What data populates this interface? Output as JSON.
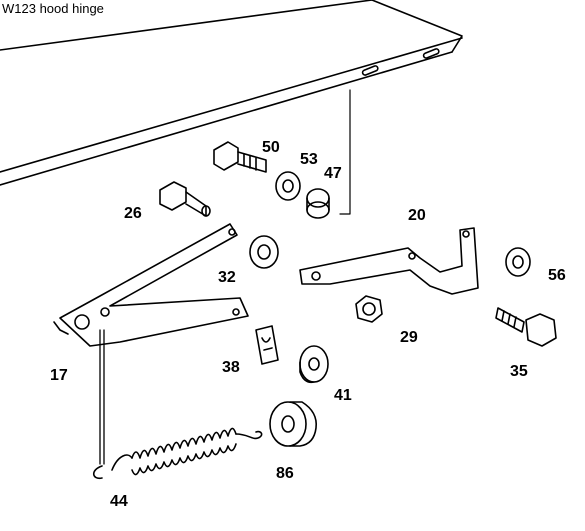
{
  "title": "W123 hood hinge",
  "parts": [
    {
      "id": "p50",
      "number": "50"
    },
    {
      "id": "p53",
      "number": "53"
    },
    {
      "id": "p47",
      "number": "47"
    },
    {
      "id": "p26",
      "number": "26"
    },
    {
      "id": "p20",
      "number": "20"
    },
    {
      "id": "p32",
      "number": "32"
    },
    {
      "id": "p56",
      "number": "56"
    },
    {
      "id": "p29",
      "number": "29"
    },
    {
      "id": "p17",
      "number": "17"
    },
    {
      "id": "p38",
      "number": "38"
    },
    {
      "id": "p41",
      "number": "41"
    },
    {
      "id": "p35",
      "number": "35"
    },
    {
      "id": "p86",
      "number": "86"
    },
    {
      "id": "p44",
      "number": "44"
    }
  ],
  "colors": {
    "ink": "#000000",
    "paper": "#ffffff"
  }
}
